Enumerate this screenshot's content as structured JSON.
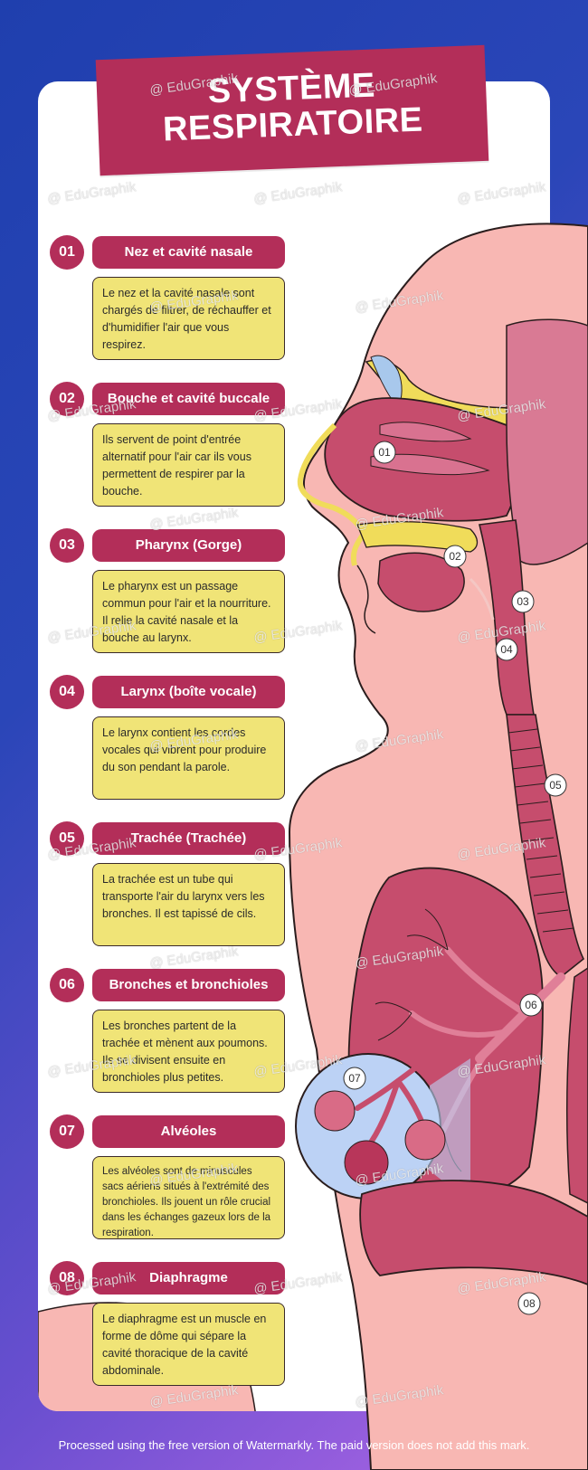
{
  "title": [
    "SYSTÈME",
    "RESPIRATOIRE"
  ],
  "items": [
    {
      "num": "01",
      "name": "Nez et cavité nasale",
      "desc": "Le nez et la cavité nasale sont chargés de filtrer, de réchauffer et d'humidifier l'air que vous respirez."
    },
    {
      "num": "02",
      "name": "Bouche et cavité buccale",
      "desc": "Ils servent de point d'entrée alternatif pour l'air car ils vous permettent de respirer par la bouche."
    },
    {
      "num": "03",
      "name": "Pharynx (Gorge)",
      "desc": "Le pharynx est un passage commun pour l'air et la nourriture. Il relie la cavité nasale et la bouche au larynx."
    },
    {
      "num": "04",
      "name": "Larynx (boîte vocale)",
      "desc": "Le larynx contient les cordes vocales qui vibrent pour produire du son pendant la parole."
    },
    {
      "num": "05",
      "name": "Trachée (Trachée)",
      "desc": "La trachée est un tube qui transporte l'air du larynx vers les bronches. Il est tapissé de cils."
    },
    {
      "num": "06",
      "name": "Bronches et bronchioles",
      "desc": "Les bronches partent de la trachée et mènent aux poumons. Ils se divisent ensuite en bronchioles plus petites."
    },
    {
      "num": "07",
      "name": "Alvéoles",
      "desc": "Les alvéoles sont de minuscules sacs aériens situés à l'extrémité des bronchioles. Ils jouent un rôle crucial dans les échanges gazeux lors de la respiration."
    },
    {
      "num": "08",
      "name": "Diaphragme",
      "desc": "Le diaphragme est un muscle en forme de dôme qui sépare la cavité thoracique de la cavité abdominale."
    }
  ],
  "markers": [
    "01",
    "02",
    "03",
    "04",
    "05",
    "06",
    "07",
    "08"
  ],
  "watermark": "@ EduGraphik",
  "footer": "Processed using the free version of Watermarkly. The paid version does not add this mark.",
  "colors": {
    "accent": "#b32e59",
    "desc_bg": "#f0e477",
    "skin": "#f8b7b3",
    "organ": "#c64d6d",
    "bg_start": "#1f3fae",
    "bg_end": "#b267e6"
  }
}
